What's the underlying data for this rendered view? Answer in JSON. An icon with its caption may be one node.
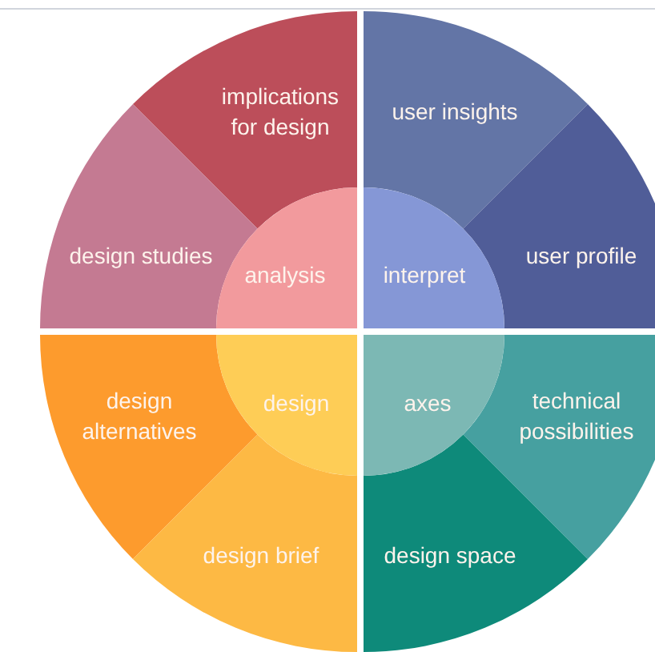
{
  "diagram": {
    "nodes": [
      {
        "text": [
          "implications for design"
        ]
      },
      {
        "text": [
          "user insights"
        ]
      },
      {
        "text": [
          "design studies"
        ]
      },
      {
        "text": [
          "analysis"
        ]
      },
      {
        "text": [
          "interpret"
        ]
      },
      {
        "text": [
          "user profile"
        ]
      },
      {
        "text": [
          "design alternatives"
        ]
      },
      {
        "text": [
          "design"
        ]
      },
      {
        "text": [
          "axes"
        ]
      },
      {
        "text": [
          "technical possibilities"
        ]
      },
      {
        "text": [
          "design brief"
        ]
      },
      {
        "text": [
          "design space"
        ]
      }
    ]
  }
}
